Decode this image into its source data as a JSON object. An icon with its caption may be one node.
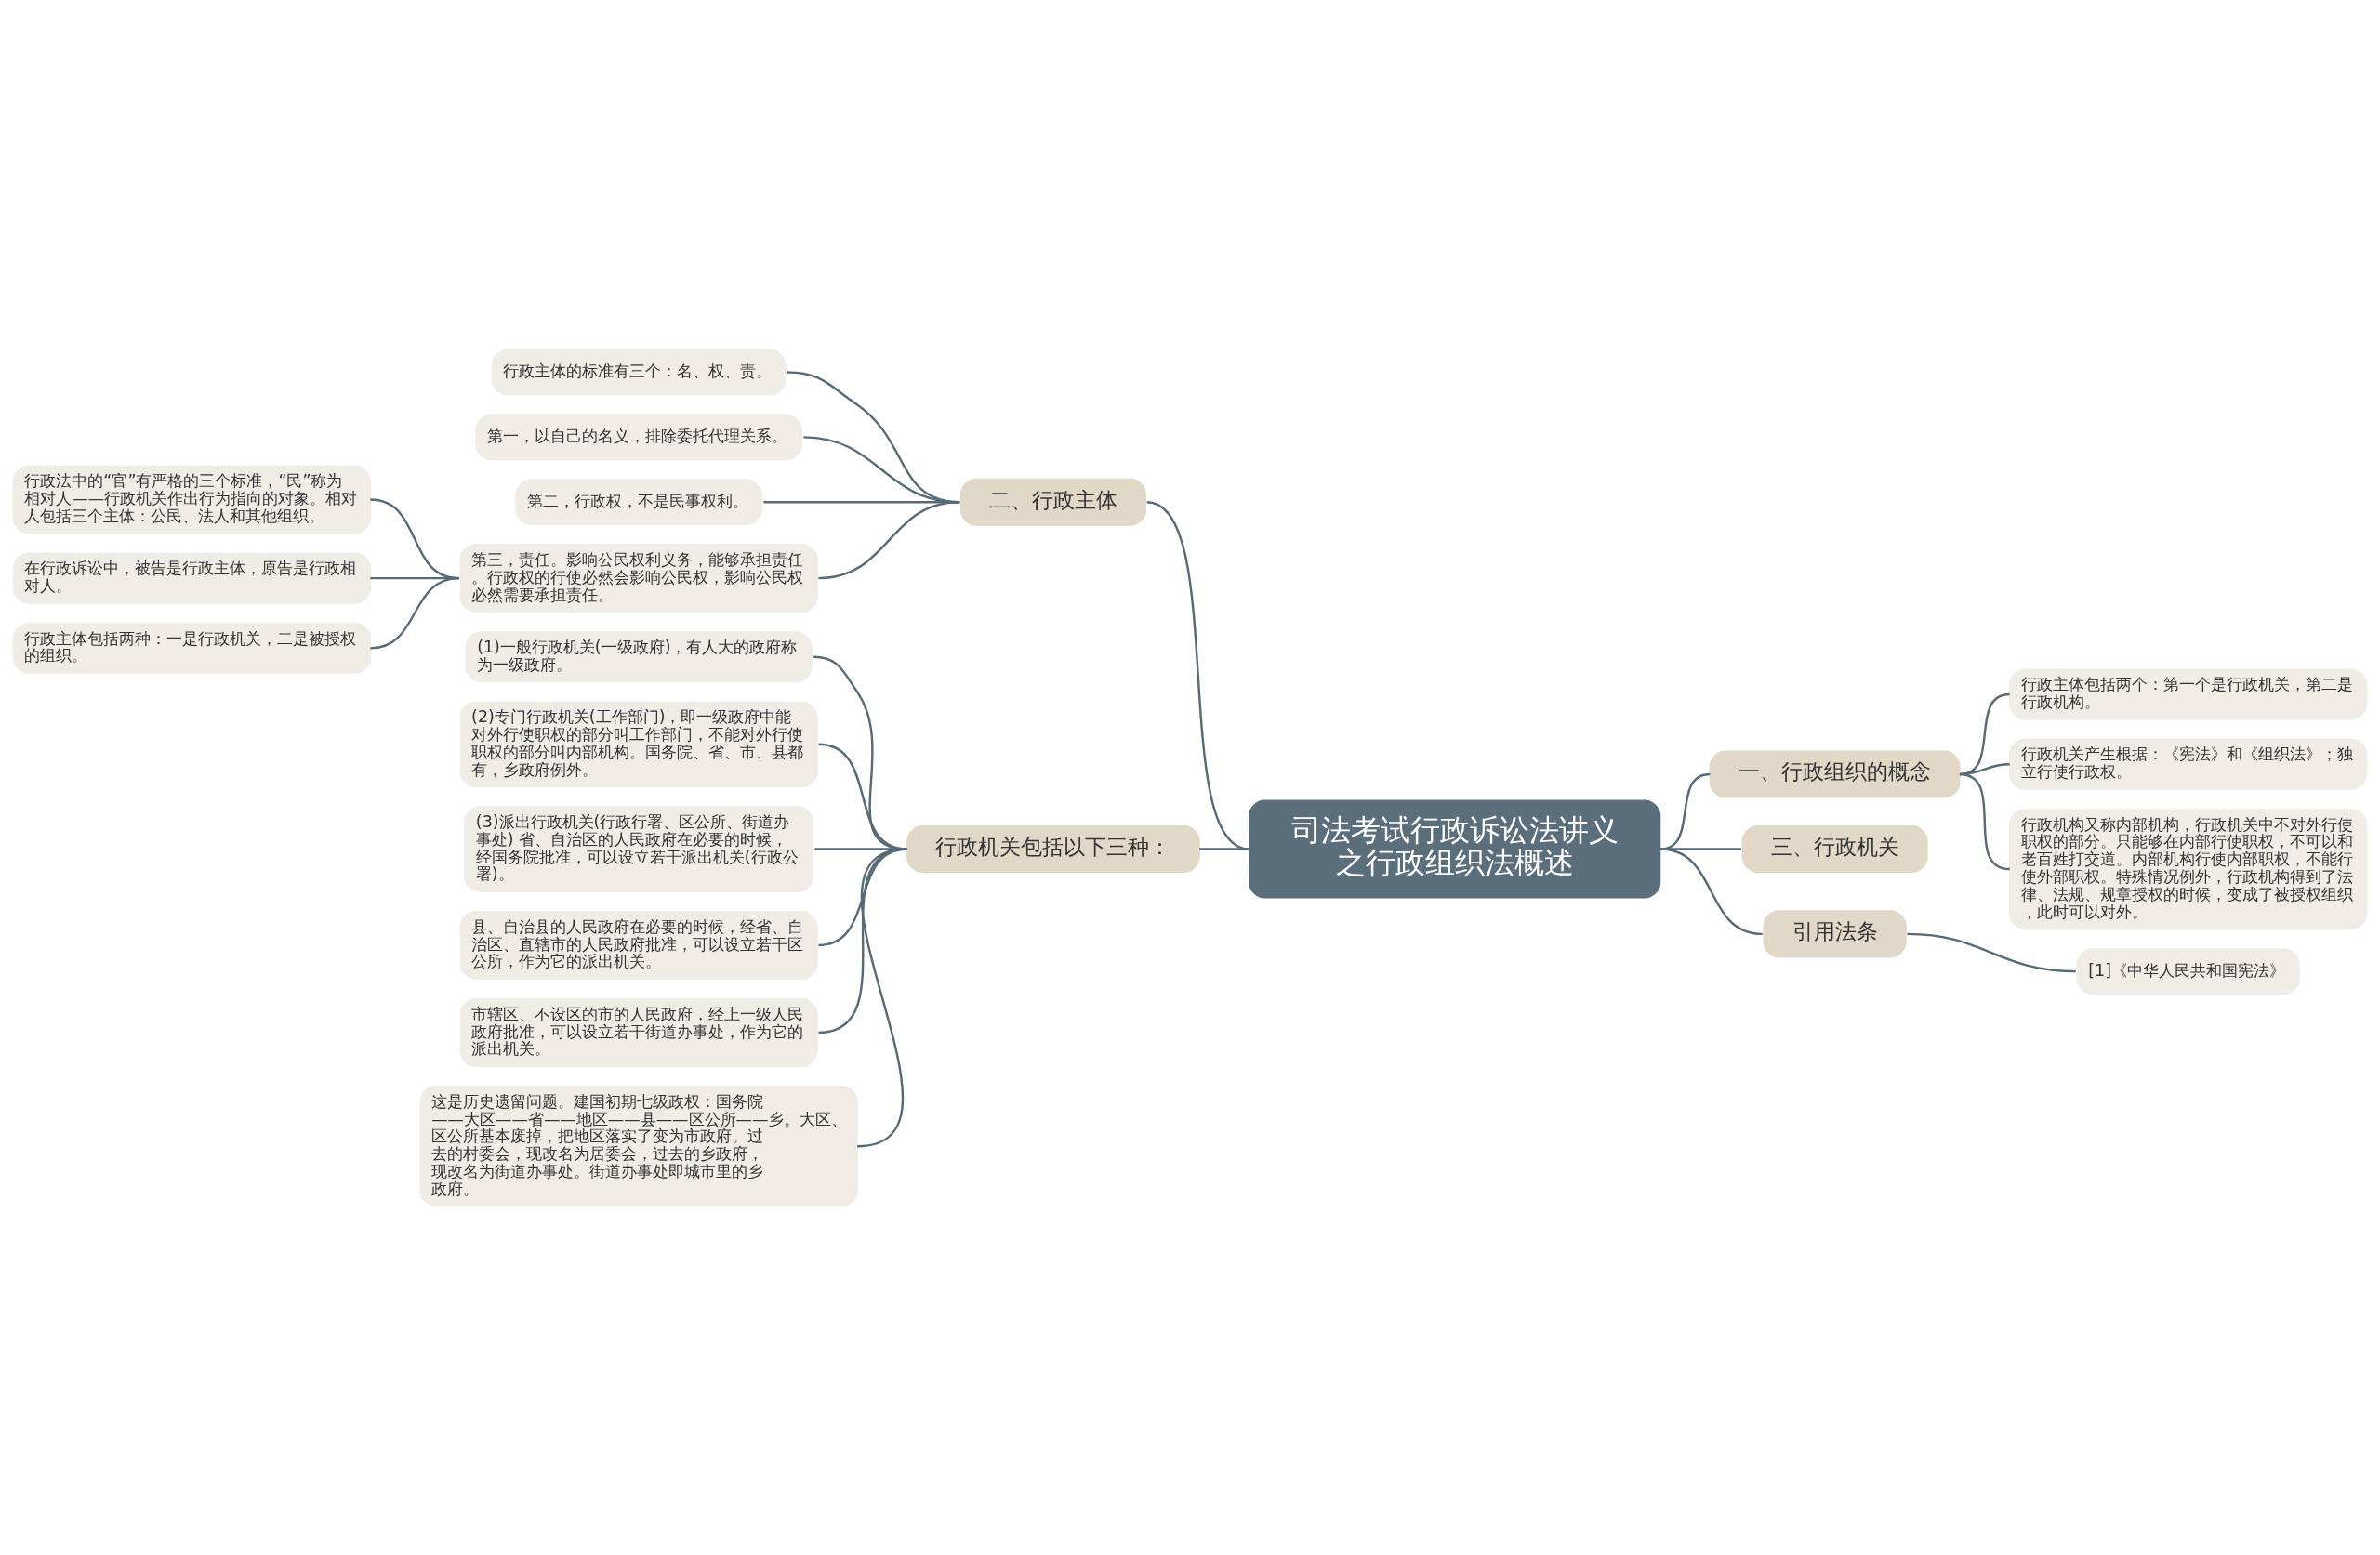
{
  "diagram": {
    "nodes": [
      {
        "text": [
          "司法考试行政诉讼法讲义之行政组织法概述"
        ]
      },
      {
        "text": [
          "二、行政主体"
        ]
      },
      {
        "text": [
          "行政主体的标准有三个：名、权、责。"
        ]
      },
      {
        "text": [
          "第一，以自己的名义，排除委托代理关系。"
        ]
      },
      {
        "text": [
          "第二，行政权，不是民事权利。"
        ]
      },
      {
        "text": [
          "第三，责任。影响公民权利义务，能够承担责任。行政权的行使必然会影响公民权，影响公民权必然需要承担责任。"
        ]
      },
      {
        "text": [
          "行政法中的“官”有严格的三个标准，“民”称为相对人——行政机关作出行为指向的对象。相对人包括三个主体：公民、法人和其他组织。"
        ]
      },
      {
        "text": [
          "在行政诉讼中，被告是行政主体，原告是行政相对人。"
        ]
      },
      {
        "text": [
          "行政主体包括两种：一是行政机关，二是被授权的组织。"
        ]
      },
      {
        "text": [
          "一、行政组织的概念"
        ]
      },
      {
        "text": [
          "行政主体包括两个：第一个是行政机关，第二是行政机构。"
        ]
      },
      {
        "text": [
          "行政机关产生根据：《宪法》和《组织法》；独立行使行政权。"
        ]
      },
      {
        "text": [
          "行政机构又称内部机构，行政机关中不对外行使职权的部分。只能够在内部行使职权，不可以和老百姓打交道。内部机构行使内部职权，不能行使外部职权。特殊情况例外，行政机构得到了法律、法规、规章授权的时候，变成了被授权组织，此时可以对外。"
        ]
      },
      {
        "text": [
          "三、行政机关"
        ]
      },
      {
        "text": [
          "引用法条"
        ]
      },
      {
        "text": [
          "[1]《中华人民共和国宪法》"
        ]
      },
      {
        "text": [
          "行政机关包括以下三种："
        ]
      },
      {
        "text": [
          "(1)一般行政机关(一级政府)，有人大的政府称为一级政府。"
        ]
      },
      {
        "text": [
          "(2)专门行政机关(工作部门)，即一级政府中能对外行使职权的部分叫工作部门，不能对外行使职权的部分叫内部机构。国务院、省、市、县都有，乡政府例外。"
        ]
      },
      {
        "text": [
          "(3)派出行政机关(行政行署、区公所、街道办事处) 省、自治区的人民政府在必要的时候，经国务院批准，可以设立若干派出机关(行政公署)。"
        ]
      },
      {
        "text": [
          "县、自治县的人民政府在必要的时候，经省、自治区、直辖市的人民政府批准，可以设立若干区公所，作为它的派出机关。"
        ]
      },
      {
        "text": [
          "市辖区、不设区的市的人民政府，经上一级人民政府批准，可以设立若干街道办事处，作为它的派出机关。"
        ]
      },
      {
        "text": [
          "这是历史遗留问题。建国初期七级政权：国务院——大区——省——地区——县——区公所——乡。大区、区公所基本废掉，把地区落实了变为市政府。过去的村委会，现改名为居委会，过去的乡政府，现改名为街道办事处。街道办事处即城市里的乡政府。"
        ]
      }
    ],
    "edges": [
      {
        "from": 0,
        "to": 1,
        "arrow": "none"
      },
      {
        "from": 1,
        "to": 2,
        "arrow": "none"
      },
      {
        "from": 1,
        "to": 3,
        "arrow": "none"
      },
      {
        "from": 1,
        "to": 4,
        "arrow": "none"
      },
      {
        "from": 1,
        "to": 5,
        "arrow": "none"
      },
      {
        "from": 5,
        "to": 6,
        "arrow": "none"
      },
      {
        "from": 5,
        "to": 7,
        "arrow": "none"
      },
      {
        "from": 5,
        "to": 8,
        "arrow": "none"
      },
      {
        "from": 0,
        "to": 9,
        "arrow": "none"
      },
      {
        "from": 9,
        "to": 10,
        "arrow": "none"
      },
      {
        "from": 9,
        "to": 11,
        "arrow": "none"
      },
      {
        "from": 9,
        "to": 12,
        "arrow": "none"
      },
      {
        "from": 0,
        "to": 13,
        "arrow": "none"
      },
      {
        "from": 0,
        "to": 14,
        "arrow": "none"
      },
      {
        "from": 14,
        "to": 15,
        "arrow": "none"
      },
      {
        "from": 0,
        "to": 16,
        "arrow": "none"
      },
      {
        "from": 16,
        "to": 17,
        "arrow": "none"
      },
      {
        "from": 16,
        "to": 18,
        "arrow": "none"
      },
      {
        "from": 16,
        "to": 19,
        "arrow": "none"
      },
      {
        "from": 16,
        "to": 20,
        "arrow": "none"
      },
      {
        "from": 16,
        "to": 21,
        "arrow": "none"
      },
      {
        "from": 16,
        "to": 22,
        "arrow": "none"
      }
    ]
  }
}
